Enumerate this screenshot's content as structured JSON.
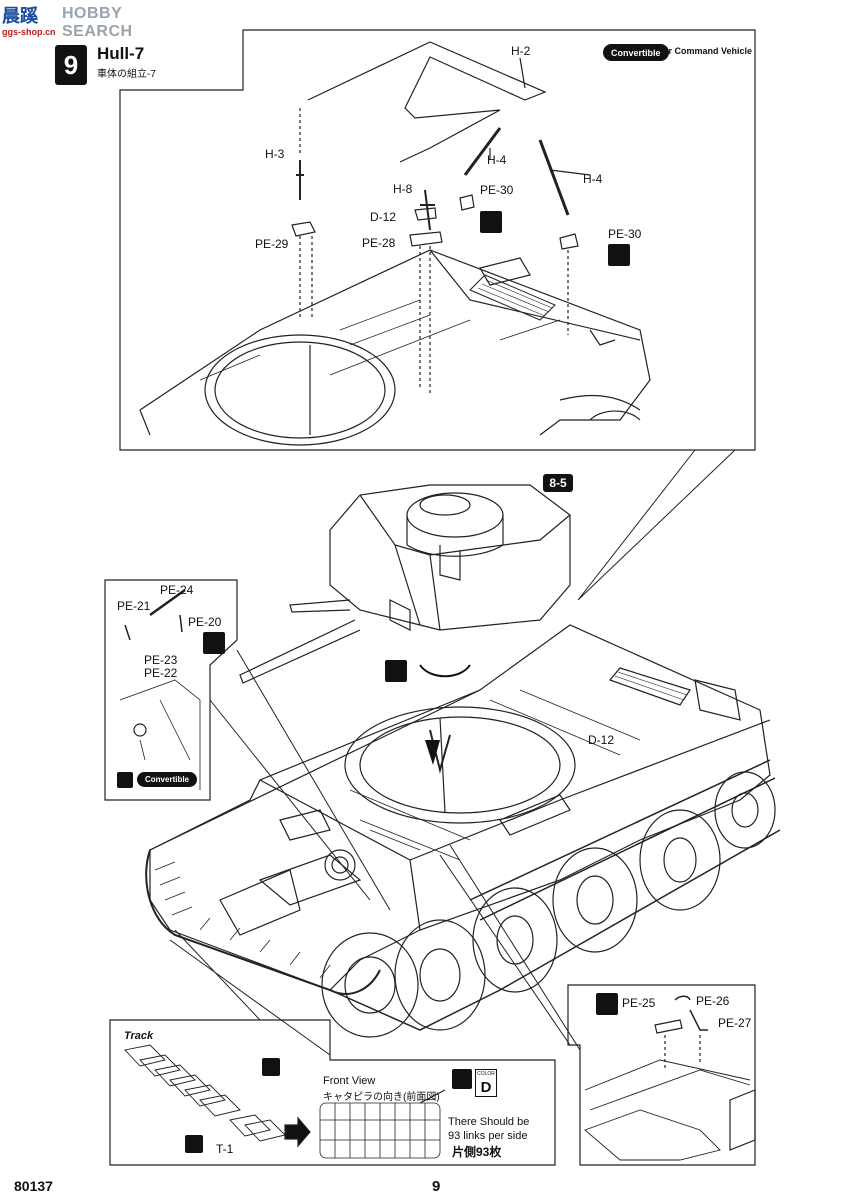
{
  "watermark": {
    "logo": "晨蹊",
    "text": "HOBBY SEARCH",
    "domain": "ggs-shop.cn"
  },
  "step": {
    "number": "9",
    "title": "Hull-7",
    "subtitle": "車体の組立-7"
  },
  "header": {
    "convertible_badge": "Convertible",
    "note": "for Command Vehicle"
  },
  "top_inset": {
    "labels": {
      "h2": "H-2",
      "h3": "H-3",
      "h4a": "H-4",
      "h4b": "H-4",
      "h8": "H-8",
      "pe30a": "PE-30",
      "pe30b": "PE-30",
      "d12": "D-12",
      "pe28": "PE-28",
      "pe29": "PE-29"
    }
  },
  "ref_badge": "8-5",
  "left_inset": {
    "labels": {
      "pe24": "PE-24",
      "pe21": "PE-21",
      "pe20": "PE-20",
      "pe23": "PE-23",
      "pe22": "PE-22"
    },
    "convertible_badge": "Convertible"
  },
  "main": {
    "d12": "D-12"
  },
  "track_inset": {
    "title": "Track",
    "part": "T-1",
    "front_view": "Front View",
    "front_view_jp": "キャタピラの向き(前面図)",
    "color_label": "COLOR",
    "color_code": "D",
    "note1": "There Should be",
    "note2": "93 links per side",
    "note3": "片側93枚"
  },
  "right_inset": {
    "labels": {
      "pe25": "PE-25",
      "pe26": "PE-26",
      "pe27": "PE-27"
    }
  },
  "footer": {
    "code": "80137",
    "page": "9"
  }
}
